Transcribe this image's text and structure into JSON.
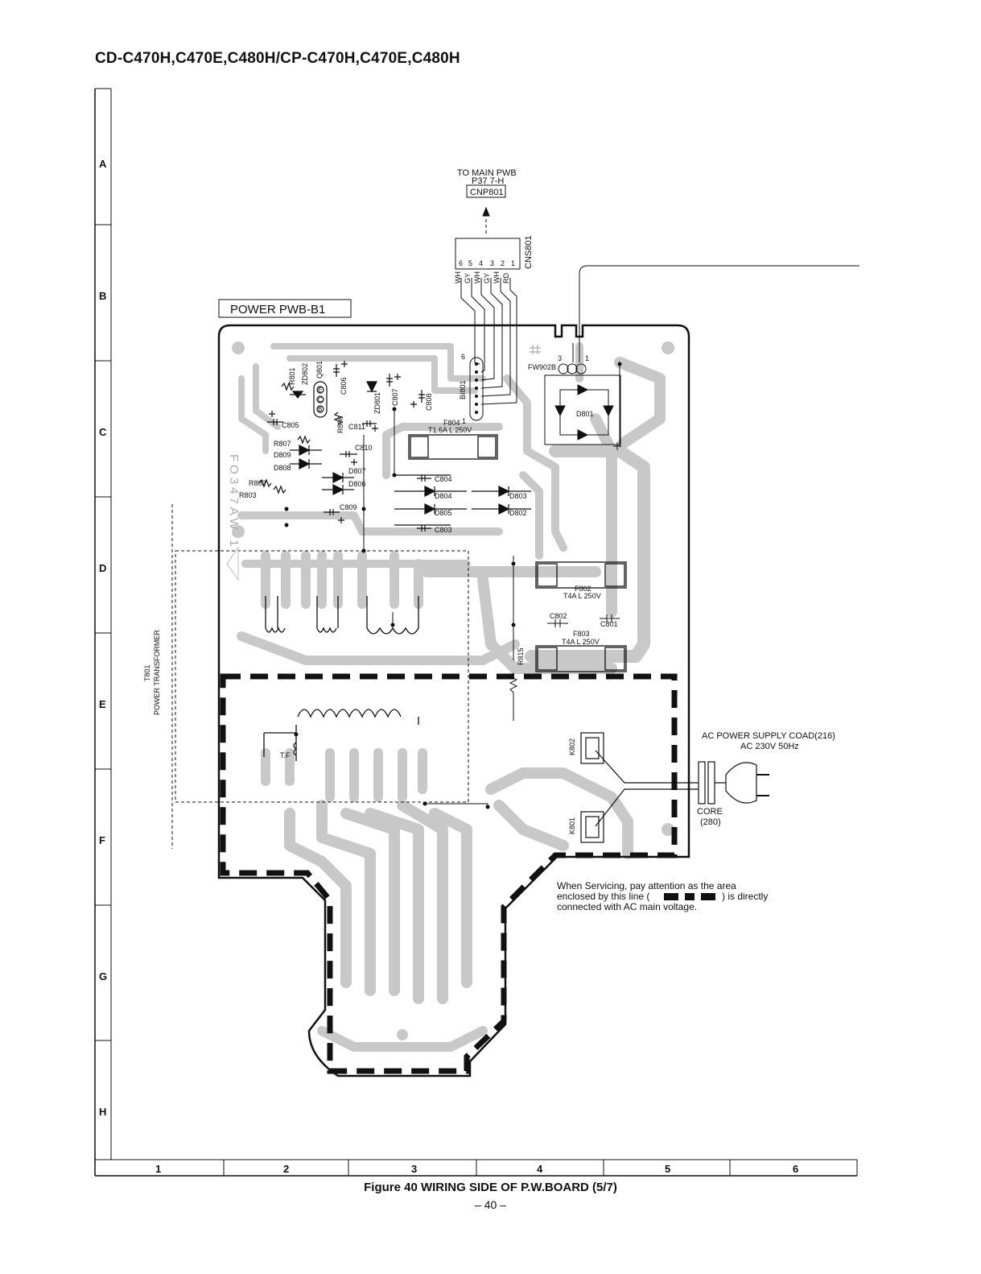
{
  "header": {
    "title": "CD-C470H,C470E,C480H/CP-C470H,C470E,C480H"
  },
  "footer": {
    "caption": "Figure 40 WIRING SIDE OF P.W.BOARD (5/7)",
    "page": "– 40 –"
  },
  "grid": {
    "rows": [
      "A",
      "B",
      "C",
      "D",
      "E",
      "F",
      "G",
      "H"
    ],
    "cols": [
      "1",
      "2",
      "3",
      "4",
      "5",
      "6"
    ]
  },
  "board": {
    "name": "POWER PWB-B1",
    "code": "FO347AW-1"
  },
  "connector": {
    "to": "TO MAIN PWB",
    "ref": "P37 7-H",
    "name": "CNP801",
    "socket": "CNS801",
    "pins": [
      "6",
      "5",
      "4",
      "3",
      "2",
      "1"
    ],
    "wires": [
      "WH",
      "GY",
      "WH",
      "GY",
      "WH",
      "RD"
    ],
    "board_conn": "BI801",
    "board_pin": "6"
  },
  "components": {
    "fw": "FW902B",
    "fw_pin3": "3",
    "fw_pin1": "1",
    "d801": "D801",
    "f804": "F804",
    "f804_rating": "T1.6A L 250V",
    "f804_pin": "1",
    "f802": "F802",
    "f802_rating": "T4A L 250V",
    "f803": "F803",
    "f803_rating": "T4A L 250V",
    "c802": "C802",
    "c801": "C801",
    "r815": "R815",
    "r801": "R801",
    "zd802": "ZD802",
    "q801": "Q801",
    "q_e": "E",
    "q_c": "C",
    "q_b": "B",
    "c806": "C806",
    "zd801": "ZD801",
    "c807": "C807",
    "c808": "C808",
    "c805": "C805",
    "r806": "R806",
    "c811": "C811",
    "r807": "R807",
    "d809": "D809",
    "d808": "D808",
    "c810": "C810",
    "d807": "D807",
    "d806": "D806",
    "r802": "R802",
    "r803": "R803",
    "c809": "C809",
    "c804": "C804",
    "d804": "D804",
    "d805": "D805",
    "c803": "C803",
    "d803": "D803",
    "d802": "D802",
    "k802": "K802",
    "k801": "K801",
    "tf": "T.F",
    "t801": "T801",
    "t801_desc": "POWER TRANSFORMER"
  },
  "ac": {
    "title": "AC POWER SUPPLY COAD(216)",
    "rating": "AC 230V 50Hz",
    "core": "CORE",
    "core_ref": "(280)"
  },
  "note": {
    "line1": "When Servicing, pay attention as the area",
    "line2a": "enclosed by this line (",
    "line2b": ") is directly",
    "line3": "connected with AC main voltage."
  }
}
